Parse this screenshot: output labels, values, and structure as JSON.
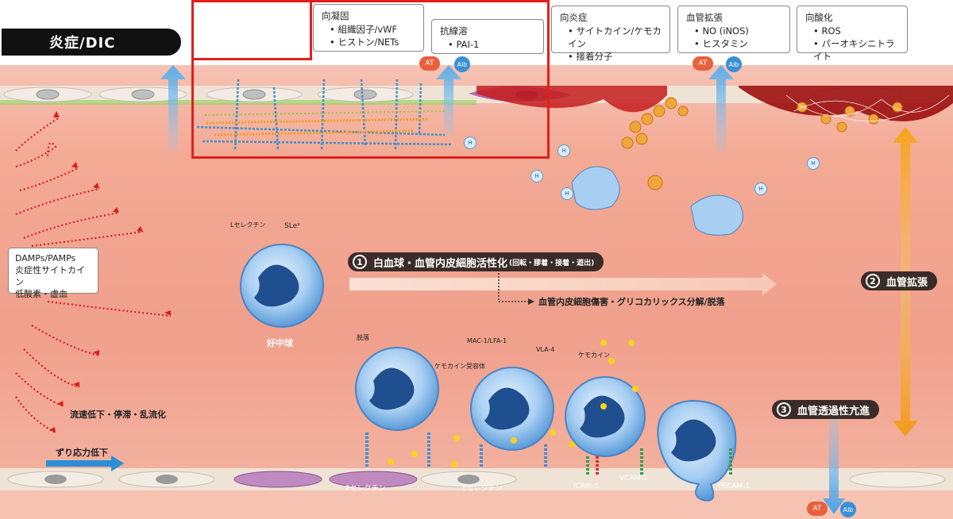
{
  "header": {
    "title": "炎症/DIC"
  },
  "boxes": {
    "coag": {
      "heading": "向凝固",
      "items": [
        "組織因子/vWF",
        "ヒストン/NETs"
      ]
    },
    "fibrinolysis": {
      "heading": "抗線溶",
      "items": [
        "PAI-1"
      ]
    },
    "inflam": {
      "heading": "向炎症",
      "items": [
        "サイトカイン/ケモカイン",
        "接着分子"
      ]
    },
    "vasodil": {
      "heading": "血管拡張",
      "items": [
        "NO (iNOS)",
        "ヒスタミン"
      ]
    },
    "oxid": {
      "heading": "向酸化",
      "items": [
        "ROS",
        "パーオキシニトライト"
      ]
    }
  },
  "badges": {
    "at": "AT",
    "alb": "Alb",
    "h": "H"
  },
  "triggers": {
    "lines": [
      "DAMPs/PAMPs",
      "炎症性サイトカイン",
      "低酸素・虚血"
    ]
  },
  "flow_note": "流速低下・停滞・乱流化",
  "shear_note": "ずり応力低下",
  "steps": {
    "s1": {
      "num": "1",
      "label": "白血球・血管内皮細胞活性化",
      "sub": "(回転・膠着・接着・遊出)"
    },
    "s1_result": "血管内皮細胞傷害・グリコカリックス分解/脱落",
    "s2": {
      "num": "2",
      "label": "血管拡張"
    },
    "s3": {
      "num": "3",
      "label": "血管透過性亢進"
    }
  },
  "cell_labels": {
    "l_selectin": "Lセレクチン",
    "slex": "SLeˣ",
    "neutrophil": "好中球",
    "shedding": "脱落",
    "mac1": "MAC-1/LFA-1",
    "chemokine_receptor": "ケモカイン受容体",
    "vla4": "VLA-4",
    "chemokine": "ケモカイン",
    "p_selectin": "Pセレクチン",
    "e_selectin": "Eセレクチン",
    "icam1": "ICAM-1",
    "vcam1": "VCAM-1",
    "pecam1": "PECAM-1"
  },
  "colors": {
    "highlight": "#e0201c",
    "step_bg": "#3a2c28",
    "flow_arrow": "#2a8fd8",
    "dilation_arrow": "#f39a1a",
    "at_badge": "#e8603c",
    "alb_badge": "#3a8fd8"
  }
}
